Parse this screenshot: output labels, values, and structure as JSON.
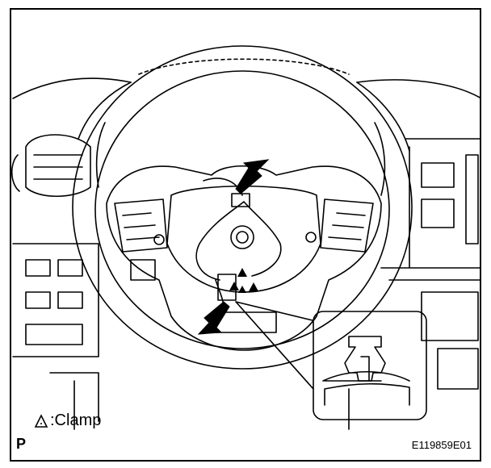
{
  "legend": {
    "symbol": "triangle-outline-icon",
    "label": ":Clamp"
  },
  "corner_label": "P",
  "figure_id": "E119859E01",
  "colors": {
    "line": "#000000",
    "background": "#ffffff"
  }
}
